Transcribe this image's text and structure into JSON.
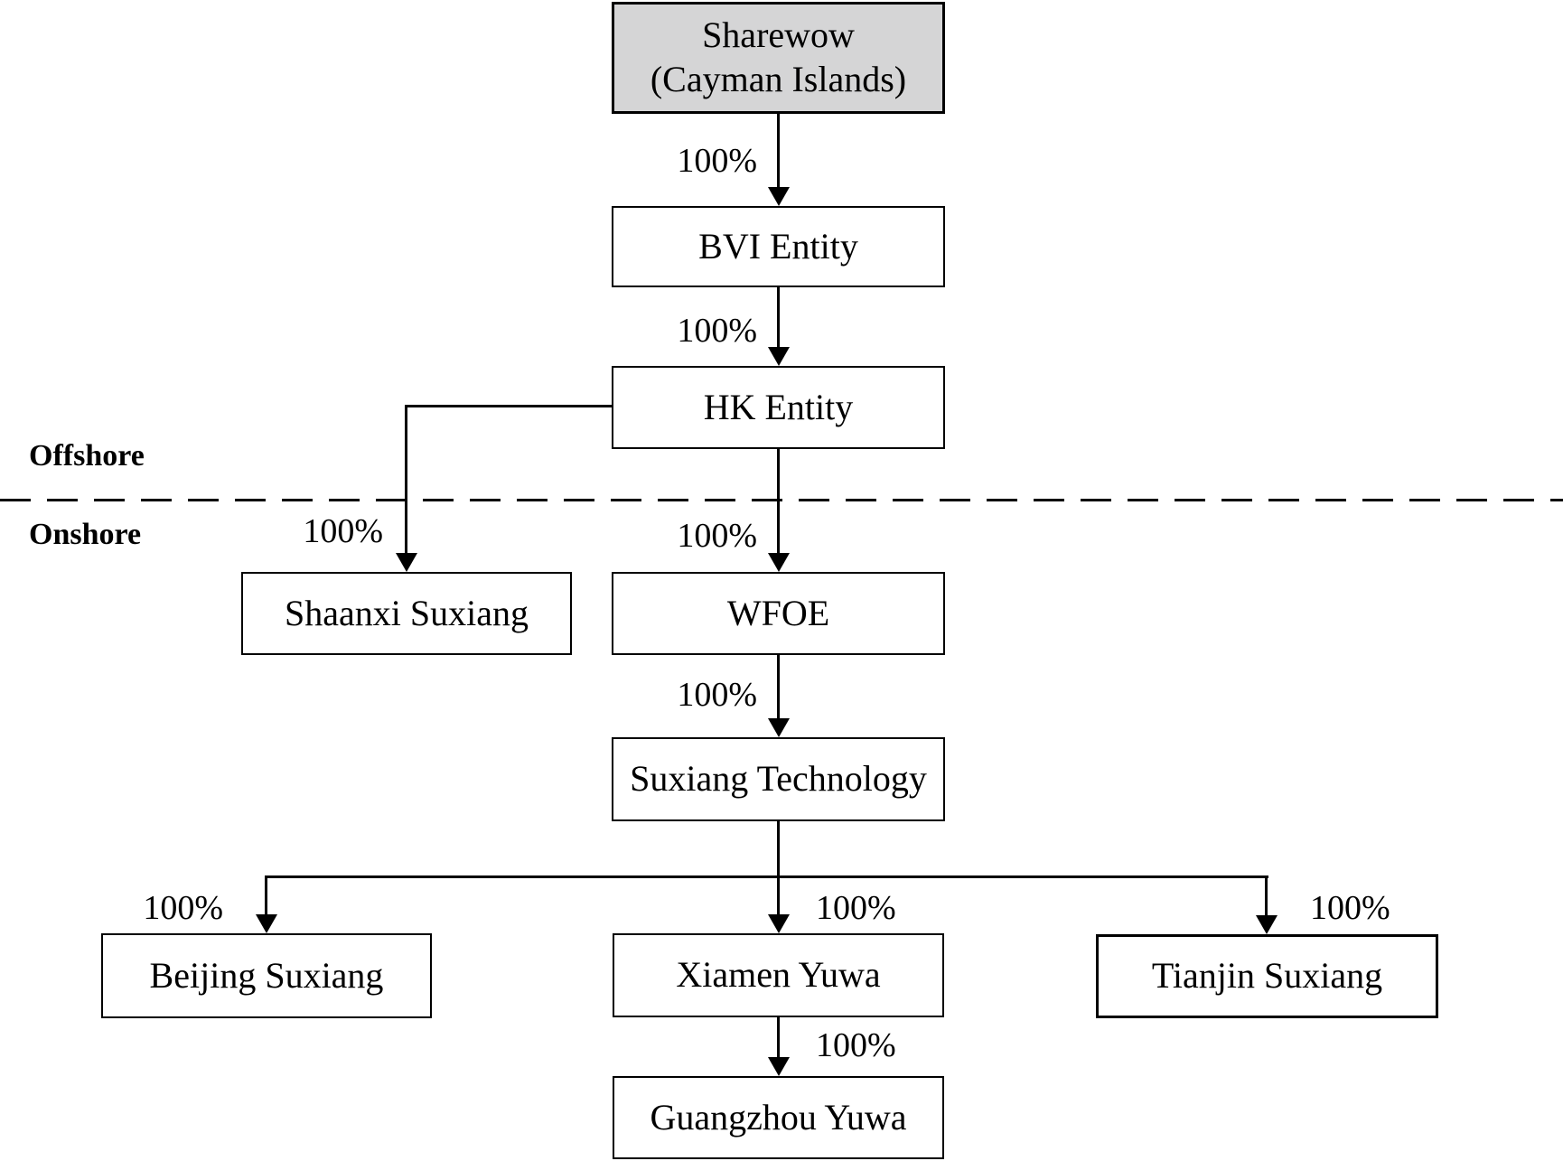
{
  "diagram": {
    "type": "org-ownership-structure",
    "regions": {
      "offshore_label": "Offshore",
      "onshore_label": "Onshore"
    },
    "nodes": [
      {
        "id": "sharewow",
        "label": "Sharewow",
        "sublabel": "(Cayman Islands)"
      },
      {
        "id": "bvi-entity",
        "label": "BVI Entity"
      },
      {
        "id": "hk-entity",
        "label": "HK Entity"
      },
      {
        "id": "shaanxi-suxiang",
        "label": "Shaanxi Suxiang"
      },
      {
        "id": "wfoe",
        "label": "WFOE"
      },
      {
        "id": "suxiang-technology",
        "label": "Suxiang Technology"
      },
      {
        "id": "beijing-suxiang",
        "label": "Beijing Suxiang"
      },
      {
        "id": "xiamen-yuwa",
        "label": "Xiamen Yuwa"
      },
      {
        "id": "tianjin-suxiang",
        "label": "Tianjin Suxiang"
      },
      {
        "id": "guangzhou-yuwa",
        "label": "Guangzhou Yuwa"
      }
    ],
    "edges": [
      {
        "from": "Sharewow",
        "to": "BVI Entity",
        "ownership": "100%"
      },
      {
        "from": "BVI Entity",
        "to": "HK Entity",
        "ownership": "100%"
      },
      {
        "from": "HK Entity",
        "to": "Shaanxi Suxiang",
        "ownership": "100%"
      },
      {
        "from": "HK Entity",
        "to": "WFOE",
        "ownership": "100%"
      },
      {
        "from": "WFOE",
        "to": "Suxiang Technology",
        "ownership": "100%"
      },
      {
        "from": "Suxiang Technology",
        "to": "Beijing Suxiang",
        "ownership": "100%"
      },
      {
        "from": "Suxiang Technology",
        "to": "Xiamen Yuwa",
        "ownership": "100%"
      },
      {
        "from": "Suxiang Technology",
        "to": "Tianjin Suxiang",
        "ownership": "100%"
      },
      {
        "from": "Xiamen Yuwa",
        "to": "Guangzhou Yuwa",
        "ownership": "100%"
      }
    ],
    "colors": {
      "parent_box_fill": "#d5d5d6",
      "subsidiary_box_fill": "#ffffff",
      "line_color": "#000000",
      "background": "#ffffff"
    }
  }
}
